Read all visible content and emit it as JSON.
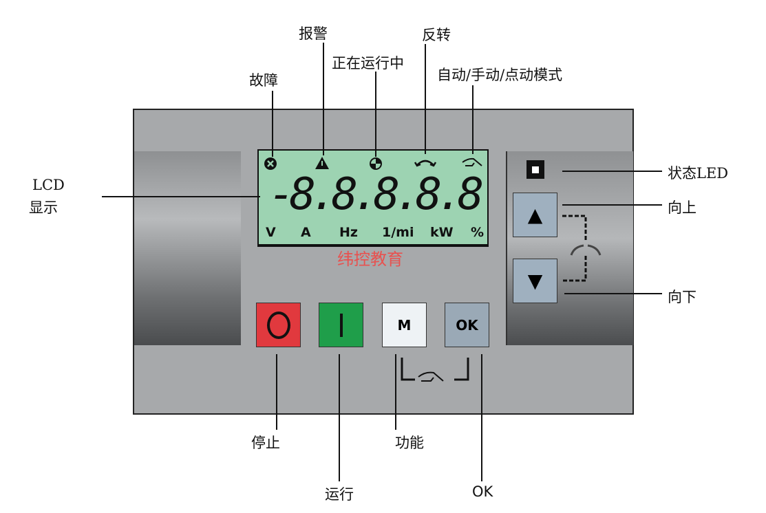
{
  "labels": {
    "fault": "故障",
    "alarm": "报警",
    "running": "正在运行中",
    "reverse": "反转",
    "mode": "自动/手动/点动模式",
    "lcd_line1": "LCD",
    "lcd_line2": "显示",
    "status_led": "状态LED",
    "up": "向上",
    "down": "向下",
    "stop": "停止",
    "run": "运行",
    "function": "功能",
    "ok": "OK"
  },
  "lcd": {
    "digits": "-8.8.8.8.8",
    "units": [
      "V",
      "A",
      "Hz",
      "1/mi",
      "kW",
      "%"
    ],
    "background": "#9dd3b2"
  },
  "watermark": "纬控教育",
  "buttons": {
    "stop_color": "#e1393e",
    "run_color": "#1f9e4a",
    "m_label": "M",
    "ok_label": "OK",
    "up_symbol": "▲",
    "down_symbol": "▼"
  }
}
